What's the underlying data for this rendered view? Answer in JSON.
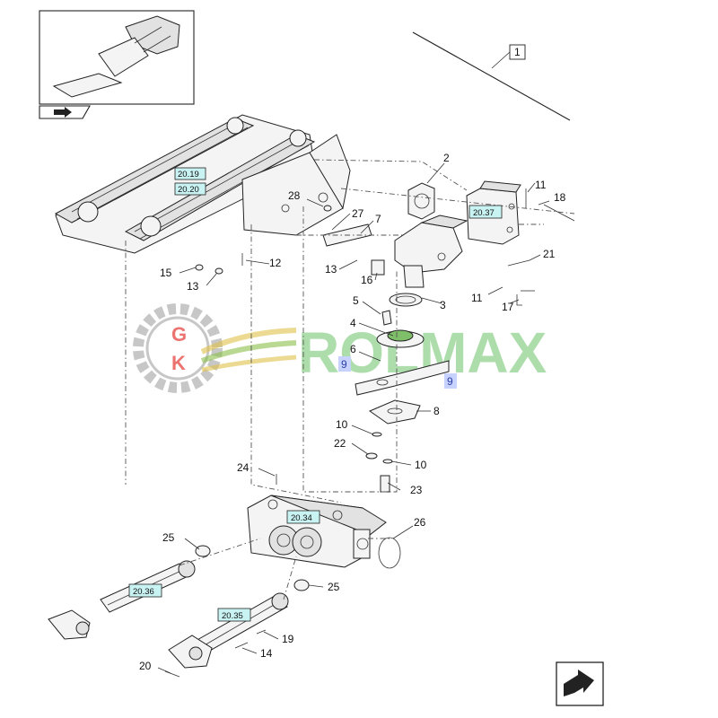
{
  "watermark": {
    "logo_letters": [
      "G",
      "K"
    ],
    "text": "ROLMAX"
  },
  "callouts": {
    "c1": "1",
    "c2": "2",
    "c3": "3",
    "c4": "4",
    "c5": "5",
    "c6": "6",
    "c7": "7",
    "c8": "8",
    "c9a": "9",
    "c9b": "9",
    "c10a": "10",
    "c10b": "10",
    "c11a": "11",
    "c11b": "11",
    "c12": "12",
    "c13a": "13",
    "c13b": "13",
    "c14": "14",
    "c15": "15",
    "c16": "16",
    "c17": "17",
    "c18": "18",
    "c19": "19",
    "c20": "20",
    "c21": "21",
    "c22": "22",
    "c23": "23",
    "c24": "24",
    "c25a": "25",
    "c25b": "25",
    "c26": "26",
    "c27": "27",
    "c28": "28"
  },
  "references": {
    "r2019": "20.19",
    "r2020": "20.20",
    "r2037": "20.37",
    "r2034": "20.34",
    "r2036": "20.36",
    "r2035": "20.35"
  },
  "colors": {
    "reference_fill": "#c9f3f3",
    "highlight_fill": "#c8d2ff",
    "watermark_green": "#6cc36a",
    "watermark_red": "#e53935"
  }
}
